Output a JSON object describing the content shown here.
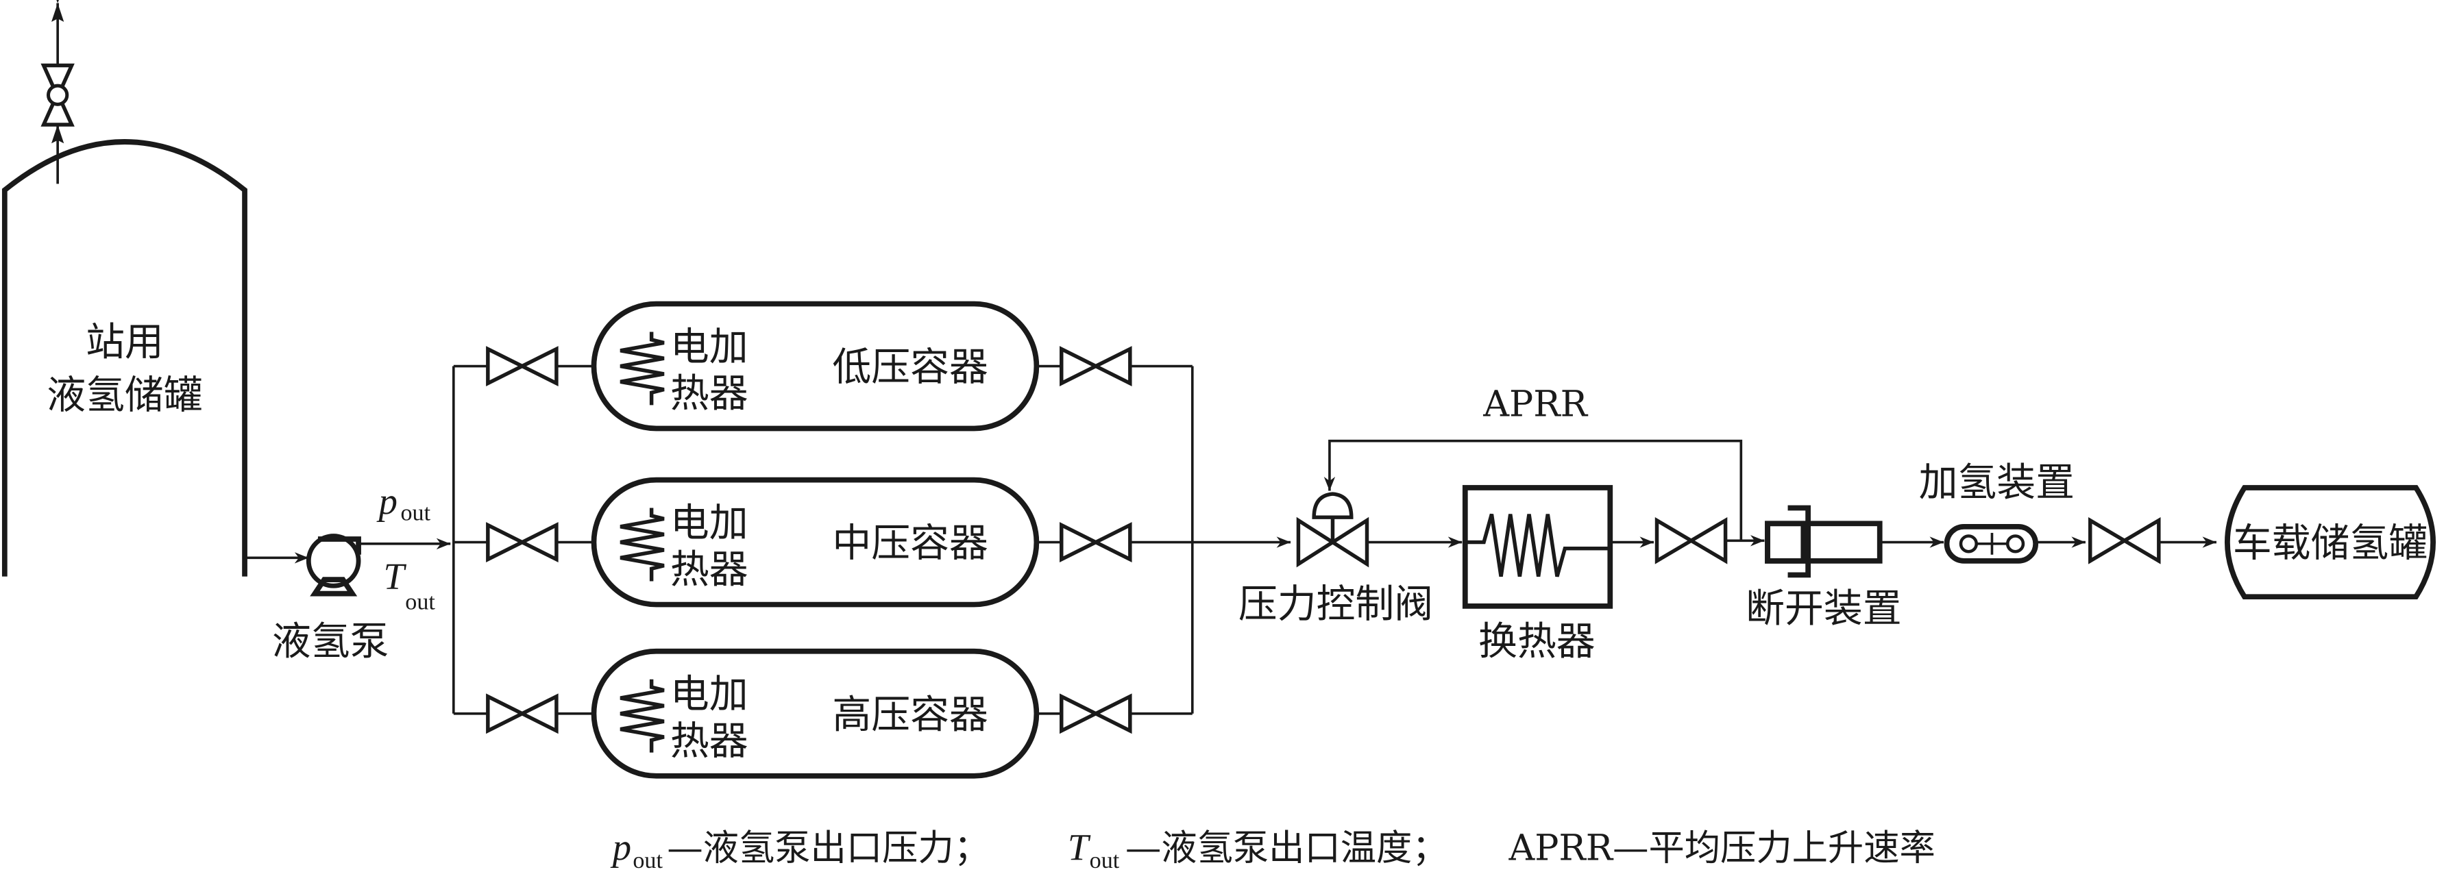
{
  "diagram": {
    "station_tank": {
      "line1": "站用",
      "line2": "液氢储罐"
    },
    "pump": {
      "label": "液氢泵",
      "p_symbol": "p",
      "t_symbol": "T",
      "subscript": "out"
    },
    "vessels": [
      {
        "heater_line1": "电加",
        "heater_line2": "热器",
        "label": "低压容器"
      },
      {
        "heater_line1": "电加",
        "heater_line2": "热器",
        "label": "中压容器"
      },
      {
        "heater_line1": "电加",
        "heater_line2": "热器",
        "label": "高压容器"
      }
    ],
    "aprr_label": "APRR",
    "control_valve": {
      "label": "压力控制阀"
    },
    "heat_exchanger": {
      "label": "换热器"
    },
    "breakaway": {
      "label": "断开装置"
    },
    "nozzle": {
      "label": "加氢装置"
    },
    "vehicle_tank": {
      "label": "车载储氢罐"
    },
    "caption": {
      "p_symbol": "p",
      "t_symbol": "T",
      "subscript": "out",
      "p_def": "—液氢泵出口压力；",
      "t_def": "—液氢泵出口温度；",
      "aprr_def": "APRR—平均压力上升速率"
    }
  }
}
